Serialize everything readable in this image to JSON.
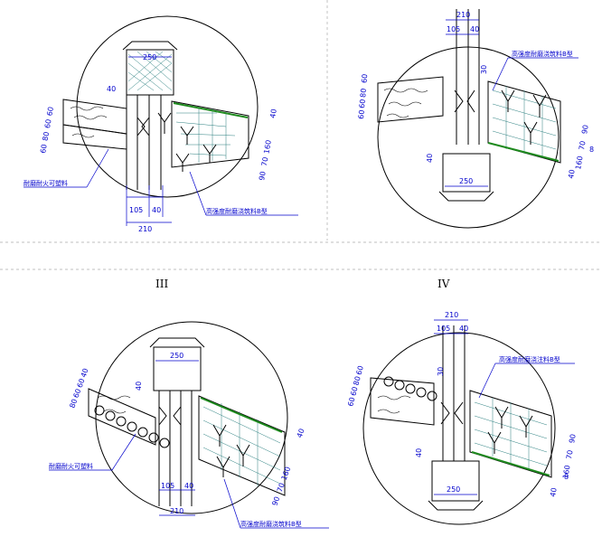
{
  "panels": [
    {
      "id": "I",
      "roman": "",
      "top_dims": [],
      "bottom_dims": [
        "105",
        "40",
        "210"
      ],
      "chimney_width": "250",
      "gap_dim": "40",
      "left_stack": [
        "60",
        "80",
        "60",
        "60"
      ],
      "right_stack": [
        "40",
        "160",
        "70",
        "90"
      ],
      "labels": [
        "耐磨耐火可塑料",
        "高强度耐磨浇筑料B型"
      ]
    },
    {
      "id": "II",
      "roman": "",
      "top_dims": [
        "210",
        "105",
        "40"
      ],
      "bottom_dims": [],
      "chimney_width": "250",
      "gap_dim": "40",
      "vert_dim": "30",
      "left_stack": [
        "60",
        "60",
        "80",
        "60"
      ],
      "right_stack": [
        "90",
        "70",
        "160",
        "8",
        "40"
      ],
      "labels": [
        "高强度耐磨浇筑料B型"
      ]
    },
    {
      "id": "III",
      "roman": "III",
      "top_dims": [],
      "bottom_dims": [
        "105",
        "40",
        "210"
      ],
      "chimney_width": "250",
      "gap_dim": "40",
      "left_stack": [
        "80",
        "60",
        "60",
        "40"
      ],
      "right_stack": [
        "40",
        "160",
        "70",
        "90"
      ],
      "labels": [
        "耐磨耐火可塑料",
        "高强度耐磨浇筑料B型"
      ]
    },
    {
      "id": "IV",
      "roman": "IV",
      "top_dims": [
        "210",
        "105",
        "40"
      ],
      "bottom_dims": [],
      "chimney_width": "250",
      "gap_dim": "40",
      "vert_dim": "30",
      "left_stack": [
        "60",
        "60",
        "80",
        "60"
      ],
      "right_stack": [
        "90",
        "70",
        "160",
        "8",
        "40"
      ],
      "labels": [
        "高强度耐磨浇注料B型"
      ]
    }
  ]
}
